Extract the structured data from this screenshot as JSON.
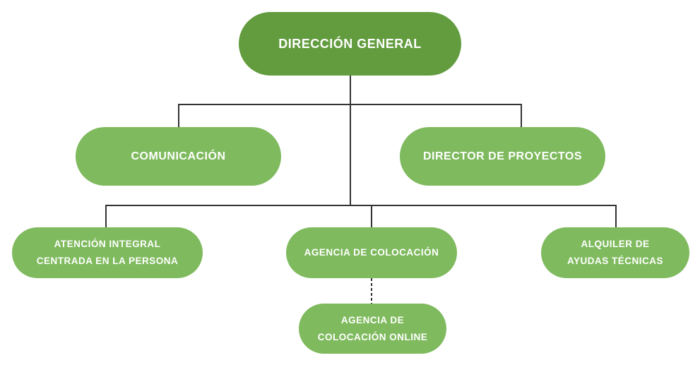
{
  "colors": {
    "primary": "#629c3e",
    "secondary": "#7fba5e",
    "line": "#333333"
  },
  "nodes": {
    "director_general": "DIRECCIÓN GENERAL",
    "comunicacion": "COMUNICACIÓN",
    "director_proyectos": "DIRECTOR DE PROYECTOS",
    "atencion": {
      "line1": "ATENCIÓN INTEGRAL",
      "line2": "CENTRADA EN LA PERSONA"
    },
    "agencia": "AGENCIA DE COLOCACIÓN",
    "alquiler": {
      "line1": "ALQUILER DE",
      "line2": "AYUDAS TÉCNICAS"
    },
    "agencia_online": {
      "line1": "AGENCIA DE",
      "line2": "COLOCACIÓN ONLINE"
    }
  }
}
